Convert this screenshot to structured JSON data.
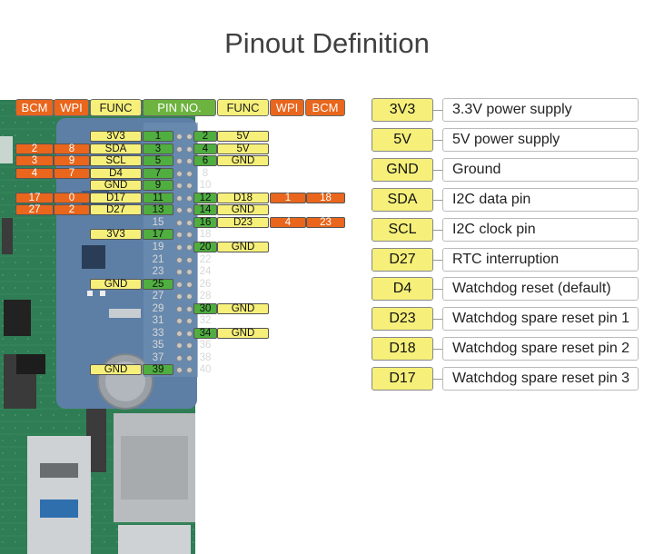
{
  "title": "Pinout Definition",
  "headers": {
    "left_bcm": "BCM",
    "left_wpi": "WPI",
    "left_func": "FUNC",
    "pin_no": "PIN NO.",
    "right_func": "FUNC",
    "right_wpi": "WPI",
    "right_bcm": "BCM"
  },
  "pins": [
    {
      "no": "1",
      "func": "3V3",
      "wpi": "",
      "bcm": ""
    },
    {
      "no": "2",
      "func": "5V",
      "wpi": "",
      "bcm": ""
    },
    {
      "no": "3",
      "func": "SDA",
      "wpi": "8",
      "bcm": "2"
    },
    {
      "no": "4",
      "func": "5V",
      "wpi": "",
      "bcm": ""
    },
    {
      "no": "5",
      "func": "SCL",
      "wpi": "9",
      "bcm": "3"
    },
    {
      "no": "6",
      "func": "GND",
      "wpi": "",
      "bcm": ""
    },
    {
      "no": "7",
      "func": "D4",
      "wpi": "7",
      "bcm": "4"
    },
    {
      "no": "8",
      "func": "",
      "wpi": "",
      "bcm": ""
    },
    {
      "no": "9",
      "func": "GND",
      "wpi": "",
      "bcm": ""
    },
    {
      "no": "10",
      "func": "",
      "wpi": "",
      "bcm": ""
    },
    {
      "no": "11",
      "func": "D17",
      "wpi": "0",
      "bcm": "17"
    },
    {
      "no": "12",
      "func": "D18",
      "wpi": "1",
      "bcm": "18"
    },
    {
      "no": "13",
      "func": "D27",
      "wpi": "2",
      "bcm": "27"
    },
    {
      "no": "14",
      "func": "GND",
      "wpi": "",
      "bcm": ""
    },
    {
      "no": "15",
      "func": "",
      "wpi": "",
      "bcm": ""
    },
    {
      "no": "16",
      "func": "D23",
      "wpi": "4",
      "bcm": "23"
    },
    {
      "no": "17",
      "func": "3V3",
      "wpi": "",
      "bcm": ""
    },
    {
      "no": "18",
      "func": "",
      "wpi": "",
      "bcm": ""
    },
    {
      "no": "19",
      "func": "",
      "wpi": "",
      "bcm": ""
    },
    {
      "no": "20",
      "func": "GND",
      "wpi": "",
      "bcm": ""
    },
    {
      "no": "21",
      "func": "",
      "wpi": "",
      "bcm": ""
    },
    {
      "no": "22",
      "func": "",
      "wpi": "",
      "bcm": ""
    },
    {
      "no": "23",
      "func": "",
      "wpi": "",
      "bcm": ""
    },
    {
      "no": "24",
      "func": "",
      "wpi": "",
      "bcm": ""
    },
    {
      "no": "25",
      "func": "GND",
      "wpi": "",
      "bcm": ""
    },
    {
      "no": "26",
      "func": "",
      "wpi": "",
      "bcm": ""
    },
    {
      "no": "27",
      "func": "",
      "wpi": "",
      "bcm": ""
    },
    {
      "no": "28",
      "func": "",
      "wpi": "",
      "bcm": ""
    },
    {
      "no": "29",
      "func": "",
      "wpi": "",
      "bcm": ""
    },
    {
      "no": "30",
      "func": "GND",
      "wpi": "",
      "bcm": ""
    },
    {
      "no": "31",
      "func": "",
      "wpi": "",
      "bcm": ""
    },
    {
      "no": "32",
      "func": "",
      "wpi": "",
      "bcm": ""
    },
    {
      "no": "33",
      "func": "",
      "wpi": "",
      "bcm": ""
    },
    {
      "no": "34",
      "func": "GND",
      "wpi": "",
      "bcm": ""
    },
    {
      "no": "35",
      "func": "",
      "wpi": "",
      "bcm": ""
    },
    {
      "no": "36",
      "func": "",
      "wpi": "",
      "bcm": ""
    },
    {
      "no": "37",
      "func": "",
      "wpi": "",
      "bcm": ""
    },
    {
      "no": "38",
      "func": "",
      "wpi": "",
      "bcm": ""
    },
    {
      "no": "39",
      "func": "GND",
      "wpi": "",
      "bcm": ""
    },
    {
      "no": "40",
      "func": "",
      "wpi": "",
      "bcm": ""
    }
  ],
  "legend": [
    {
      "label": "3V3",
      "desc": "3.3V power supply"
    },
    {
      "label": "5V",
      "desc": "5V power supply"
    },
    {
      "label": "GND",
      "desc": "Ground"
    },
    {
      "label": "SDA",
      "desc": "I2C data pin"
    },
    {
      "label": "SCL",
      "desc": "I2C clock pin"
    },
    {
      "label": "D27",
      "desc": "RTC interruption"
    },
    {
      "label": "D4",
      "desc": "Watchdog reset (default)"
    },
    {
      "label": "D23",
      "desc": "Watchdog spare reset pin 1"
    },
    {
      "label": "D18",
      "desc": "Watchdog spare reset pin 2"
    },
    {
      "label": "D17",
      "desc": "Watchdog spare reset pin 3"
    }
  ],
  "colors": {
    "orange": "#e9661c",
    "yellow": "#f6f07a",
    "green": "#6db33f",
    "board_green": "#2f7d55",
    "hat_blue": "#5d7fa6"
  },
  "icons": [
    "raspberry-pi-board-illustration"
  ]
}
